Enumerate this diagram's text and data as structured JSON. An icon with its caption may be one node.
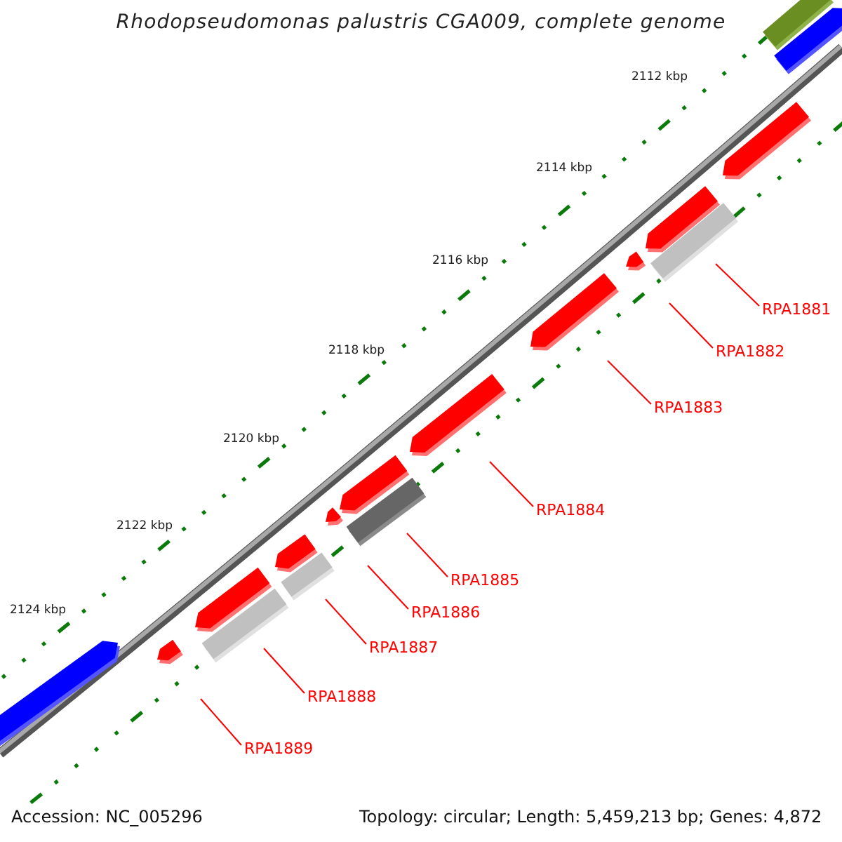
{
  "diagram": {
    "title": "Rhodopseudomonas palustris CGA009, complete genome",
    "nodes": [
      {
        "text": [
          "RPA1881"
        ]
      },
      {
        "text": [
          "RPA1882"
        ]
      },
      {
        "text": [
          "RPA1883"
        ]
      },
      {
        "text": [
          "RPA1884"
        ]
      },
      {
        "text": [
          "RPA1885"
        ]
      },
      {
        "text": [
          "RPA1886"
        ]
      },
      {
        "text": [
          "RPA1887"
        ]
      },
      {
        "text": [
          "RPA1888"
        ]
      },
      {
        "text": [
          "RPA1889"
        ]
      }
    ],
    "edges": [
      {
        "from": 0,
        "to": null,
        "arrow": "none",
        "color": "#ff0000"
      },
      {
        "from": 1,
        "to": null,
        "arrow": "none",
        "color": "#ff0000"
      },
      {
        "from": 2,
        "to": null,
        "arrow": "none",
        "color": "#ff0000"
      },
      {
        "from": 3,
        "to": null,
        "arrow": "none",
        "color": "#ff0000"
      },
      {
        "from": 4,
        "to": null,
        "arrow": "none",
        "color": "#ff0000"
      },
      {
        "from": 5,
        "to": null,
        "arrow": "none",
        "color": "#ff0000"
      },
      {
        "from": 6,
        "to": null,
        "arrow": "none",
        "color": "#ff0000"
      },
      {
        "from": 7,
        "to": null,
        "arrow": "none",
        "color": "#ff0000"
      },
      {
        "from": 8,
        "to": null,
        "arrow": "none",
        "color": "#ff0000"
      }
    ],
    "labels": [
      "2112 kbp",
      "2114 kbp",
      "2116 kbp",
      "2118 kbp",
      "2120 kbp",
      "2122 kbp",
      "2124 kbp",
      "Accession: NC_005296",
      "Topology: circular; Length: 5,459,213 bp; Genes: 4,872"
    ]
  }
}
